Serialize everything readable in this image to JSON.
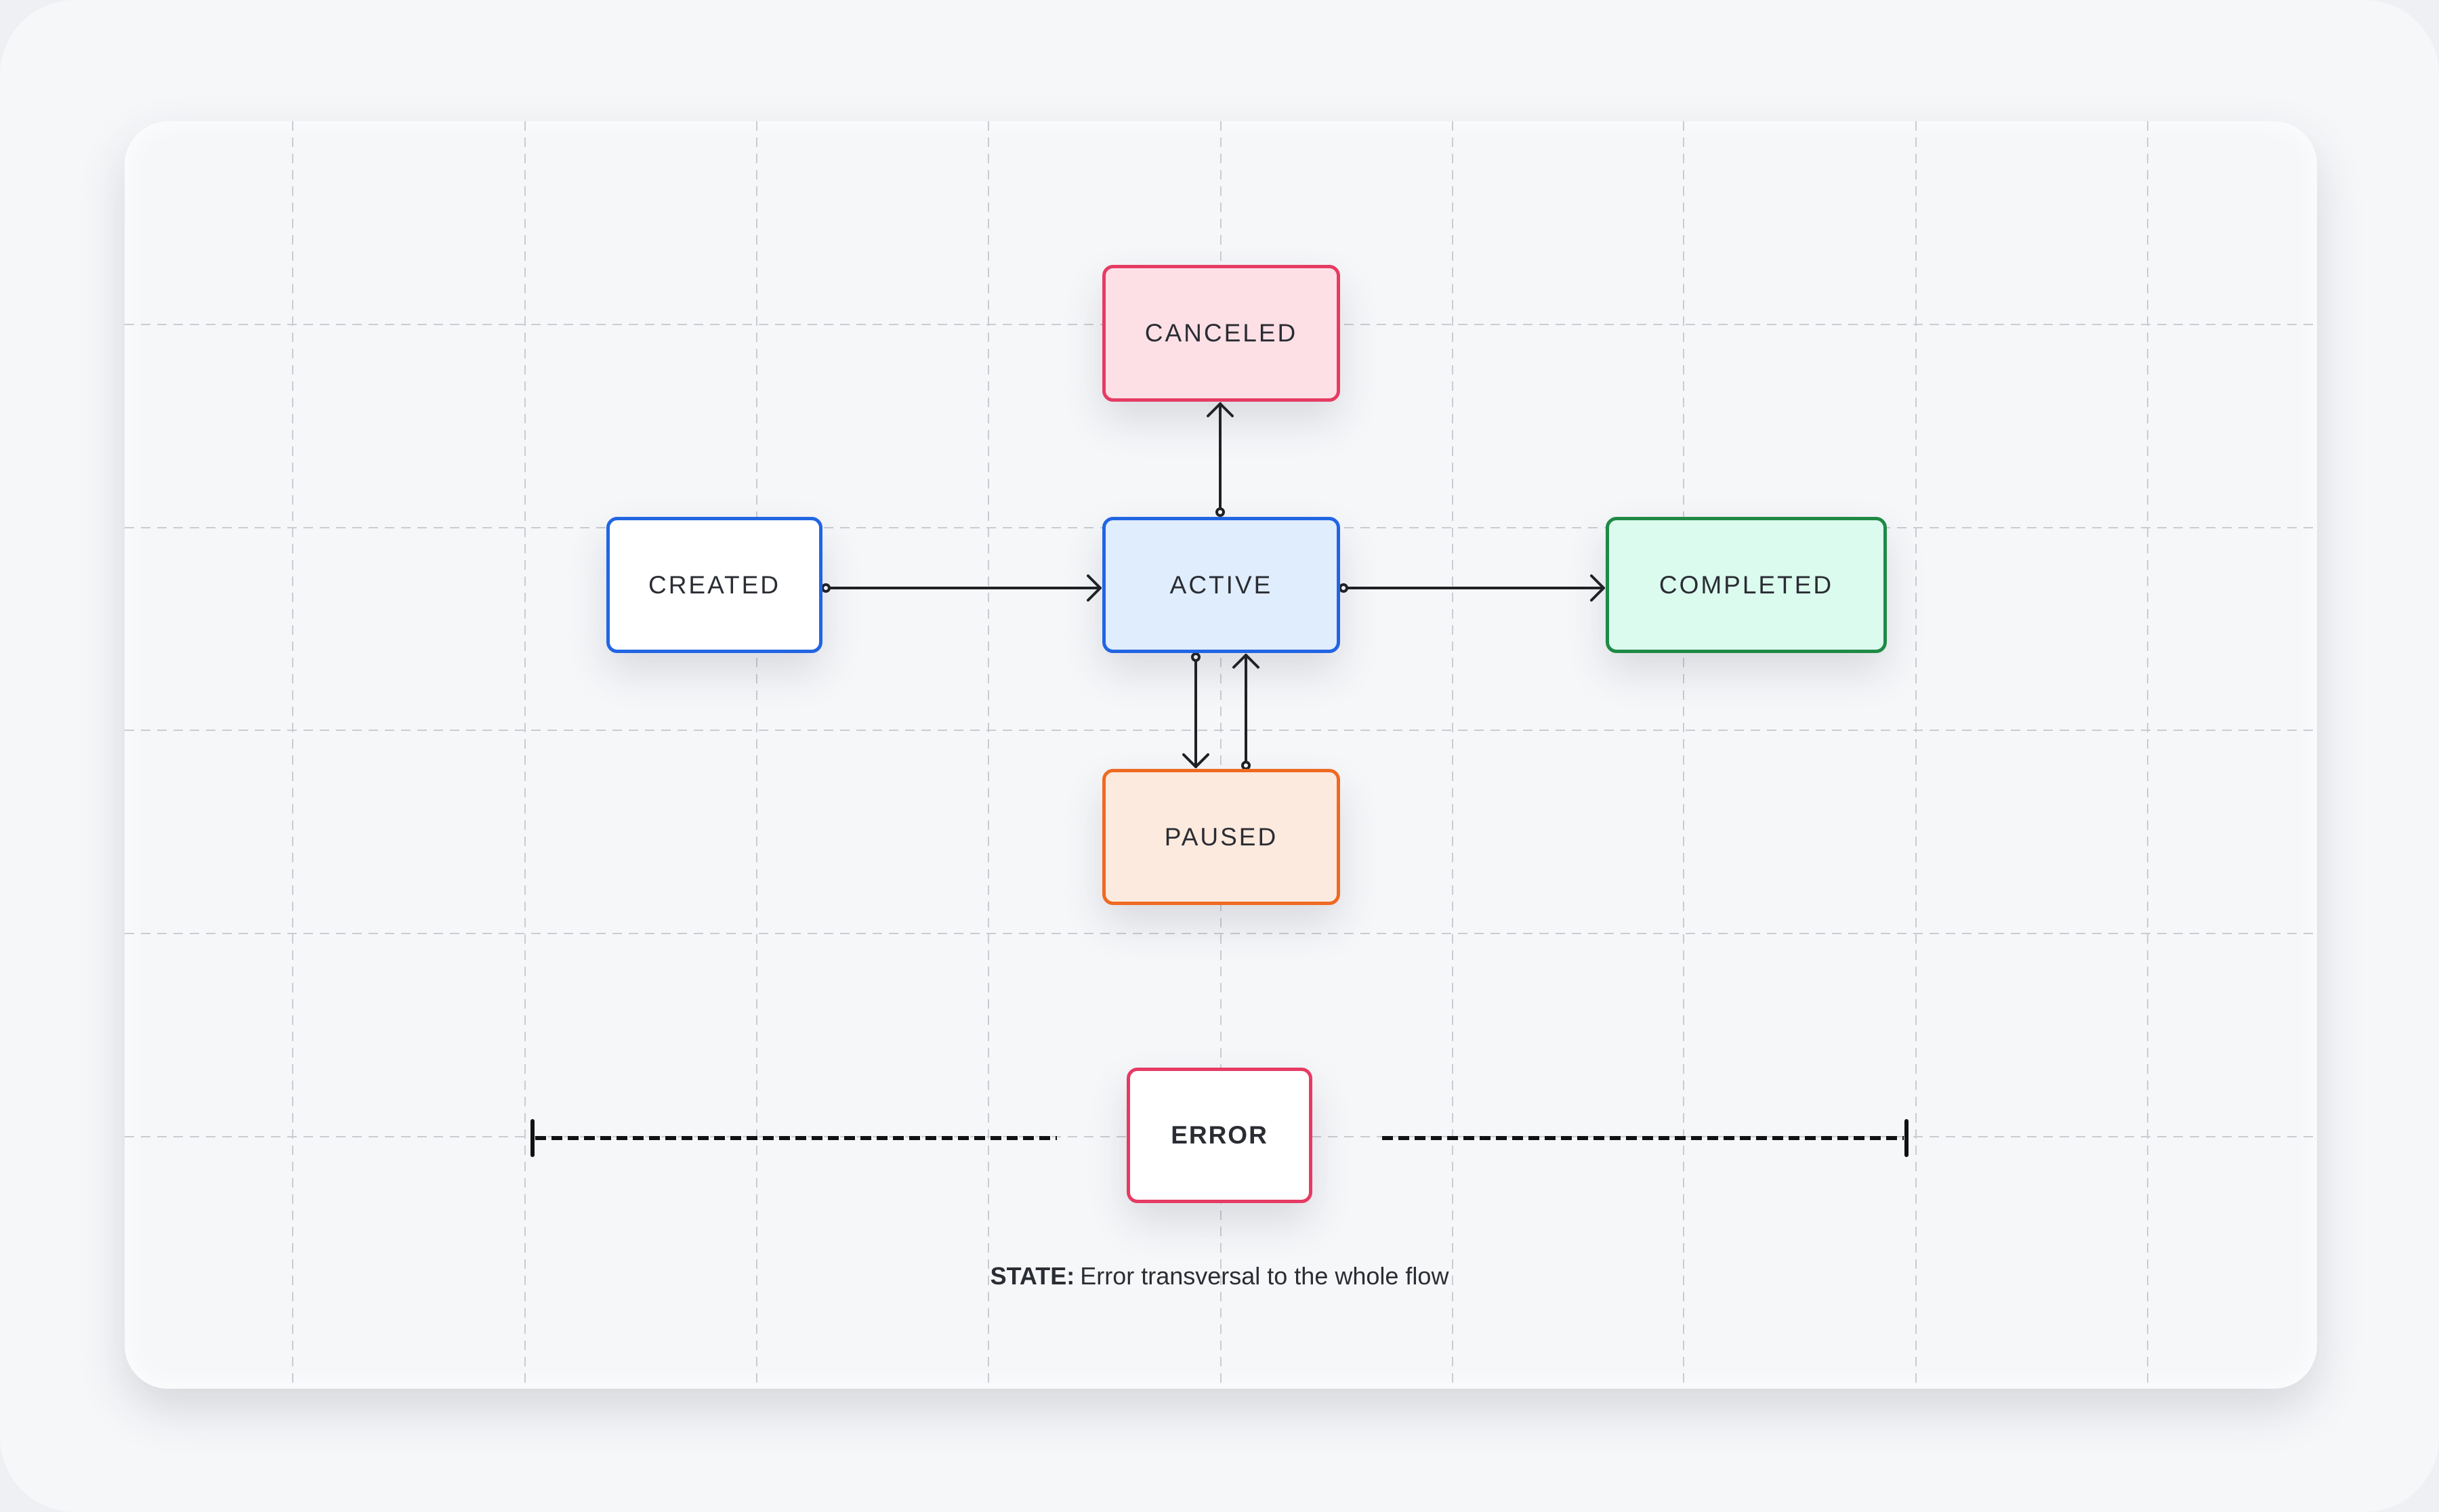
{
  "diagram": {
    "states": {
      "created": "CREATED",
      "active": "ACTIVE",
      "canceled": "CANCELED",
      "completed": "COMPLETED",
      "paused": "PAUSED",
      "error": "ERROR"
    },
    "transitions": [
      {
        "from": "CREATED",
        "to": "ACTIVE"
      },
      {
        "from": "ACTIVE",
        "to": "CANCELED"
      },
      {
        "from": "ACTIVE",
        "to": "COMPLETED"
      },
      {
        "from": "ACTIVE",
        "to": "PAUSED"
      },
      {
        "from": "PAUSED",
        "to": "ACTIVE"
      }
    ],
    "caption": {
      "label": "STATE:",
      "text": "Error transversal to the whole flow"
    },
    "colors": {
      "blue": "#2165e3",
      "red": "#e63b63",
      "green": "#1e8a45",
      "orange": "#ee6a22",
      "line": "#1f2124"
    }
  }
}
